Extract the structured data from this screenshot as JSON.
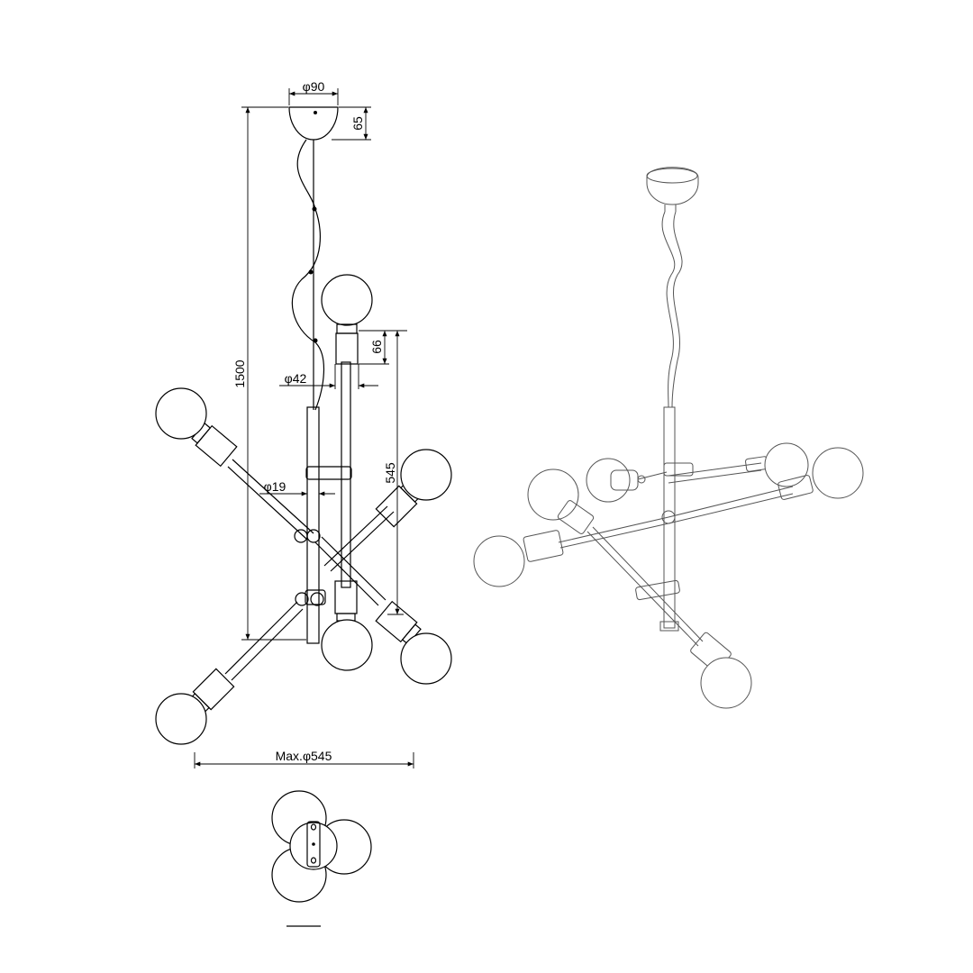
{
  "dimensions": {
    "canopy_diameter": "φ90",
    "canopy_height": "65",
    "overall_height": "1500",
    "holder_height": "66",
    "holder_diameter": "φ42",
    "tube_diameter": "φ19",
    "arm_spacing": "545",
    "max_diameter": "Max.φ545"
  }
}
